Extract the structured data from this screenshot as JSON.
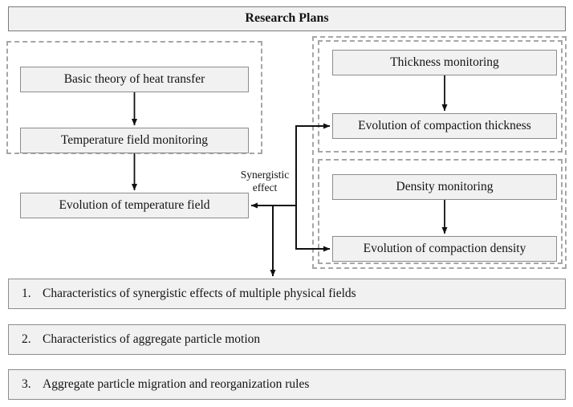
{
  "title": {
    "text": "Research Plans"
  },
  "groups": {
    "temperature_group_label": "temperature-field-group",
    "right_outer_label": "compaction-group",
    "thickness_group_label": "thickness-group",
    "density_group_label": "density-group"
  },
  "nodes": {
    "basic_theory": "Basic theory of heat transfer",
    "temperature_monitoring": "Temperature field monitoring",
    "temperature_evolution": "Evolution of temperature field",
    "thickness_monitoring": "Thickness monitoring",
    "thickness_evolution": "Evolution of compaction thickness",
    "density_monitoring": "Density monitoring",
    "density_evolution": "Evolution of compaction density"
  },
  "annotations": {
    "synergistic_line1": "Synergistic",
    "synergistic_line2": "effect"
  },
  "list": {
    "items": [
      {
        "number": "1.",
        "text": "Characteristics of synergistic effects of multiple physical fields"
      },
      {
        "number": "2.",
        "text": "Characteristics of aggregate particle motion"
      },
      {
        "number": "3.",
        "text": "Aggregate particle migration and reorganization rules"
      }
    ]
  },
  "colors": {
    "box_fill": "#f1f1f1",
    "box_border": "#8c8c8c",
    "dashed_border": "#a6a6a6",
    "connector": "#111111",
    "text": "#141414",
    "page_background": "#ffffff"
  }
}
